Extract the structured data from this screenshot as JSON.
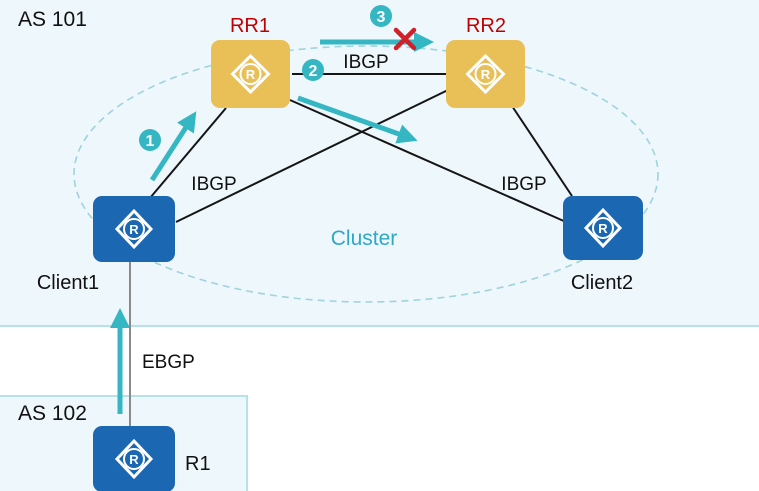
{
  "as_areas": {
    "upper": {
      "label": "AS 101"
    },
    "lower": {
      "label": "AS 102"
    }
  },
  "cluster": {
    "label": "Cluster"
  },
  "routers": {
    "rr1": {
      "label": "RR1",
      "icon": "reflector-router-icon"
    },
    "rr2": {
      "label": "RR2",
      "icon": "reflector-router-icon"
    },
    "client1": {
      "label": "Client1",
      "icon": "router-icon"
    },
    "client2": {
      "label": "Client2",
      "icon": "router-icon"
    },
    "r1": {
      "label": "R1",
      "icon": "router-icon"
    }
  },
  "links": {
    "rr1_rr2": "IBGP",
    "rr1_client1": "IBGP",
    "rr2_client2": "IBGP",
    "client1_r1": "EBGP"
  },
  "steps": {
    "one": "1",
    "two": "2",
    "three": "3"
  },
  "colors": {
    "as_area_fill": "#eef7fb",
    "as_area_border": "#b7e1ea",
    "reflector_fill": "#e9bf58",
    "client_fill": "#1c67b2",
    "step_arrow": "#35b6c3",
    "rr_label": "#c00000",
    "cluster_text": "#2fa8c8",
    "block_mark": "#d0202a"
  }
}
